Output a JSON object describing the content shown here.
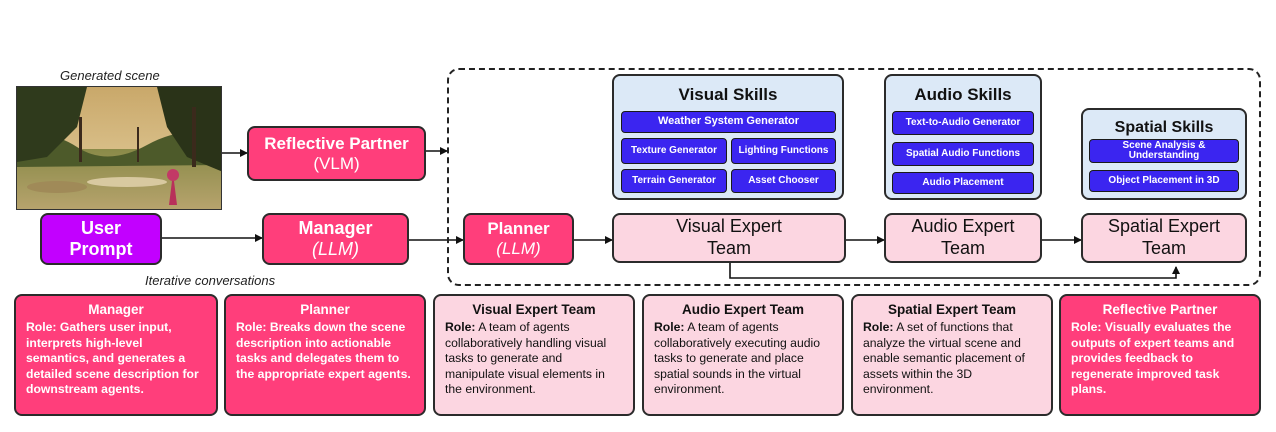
{
  "scene": {
    "caption": "Generated scene"
  },
  "nodes": {
    "reflective": {
      "title": "Reflective Partner",
      "sub": "(VLM)"
    },
    "user": {
      "line1": "User",
      "line2": "Prompt"
    },
    "manager": {
      "title": "Manager",
      "sub": "(LLM)"
    },
    "planner": {
      "title": "Planner",
      "sub": "(LLM)"
    },
    "visual_team": {
      "line1": "Visual Expert",
      "line2": "Team"
    },
    "audio_team": {
      "line1": "Audio Expert",
      "line2": "Team"
    },
    "spatial_team": {
      "line1": "Spatial Expert",
      "line2": "Team"
    }
  },
  "skills": {
    "visual": {
      "title": "Visual Skills",
      "items": [
        "Weather System Generator",
        "Texture Generator",
        "Lighting Functions",
        "Terrain Generator",
        "Asset Chooser"
      ]
    },
    "audio": {
      "title": "Audio Skills",
      "items": [
        "Text-to-Audio Generator",
        "Spatial Audio Functions",
        "Audio Placement"
      ]
    },
    "spatial": {
      "title": "Spatial Skills",
      "items": [
        "Scene Analysis & Understanding",
        "Object Placement in 3D"
      ]
    }
  },
  "iterative_label": "Iterative conversations",
  "cards": [
    {
      "title": "Manager",
      "role": "Role:",
      "text": "Gathers user input, interprets high-level semantics, and generates a detailed scene description for downstream agents."
    },
    {
      "title": "Planner",
      "role": "Role:",
      "text": "Breaks down the scene description into actionable tasks and delegates them to the appropriate expert agents."
    },
    {
      "title": "Visual Expert Team",
      "role": "Role:",
      "text": "A team of agents collaboratively handling visual tasks to generate and manipulate visual elements in the environment."
    },
    {
      "title": "Audio Expert Team",
      "role": "Role:",
      "text": "A team of agents collaboratively executing audio tasks to generate and place spatial sounds in the virtual environment."
    },
    {
      "title": "Spatial Expert Team",
      "role": "Role:",
      "text": "A set of functions that analyze the virtual scene and enable semantic placement of assets within the 3D environment."
    },
    {
      "title": "Reflective Partner",
      "role": "Role:",
      "text": "Visually evaluates the outputs of expert teams and provides feedback to regenerate improved task plans."
    }
  ],
  "colors": {
    "agent_pink": "#ff3e7b",
    "team_light_pink": "#fcd6e1",
    "user_purple": "#c200ff",
    "skill_chip_blue": "#3b25f0",
    "skill_panel_bg": "#dce9f7"
  }
}
